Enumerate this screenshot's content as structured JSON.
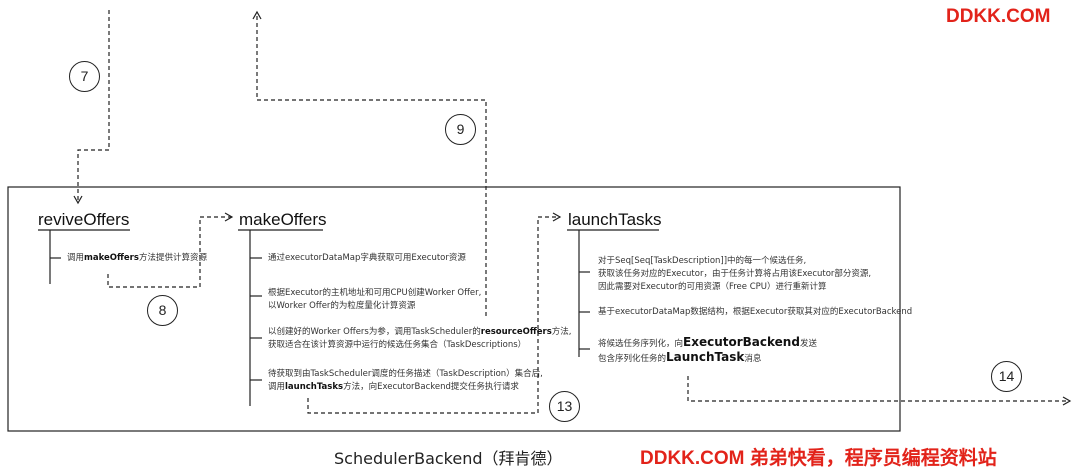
{
  "watermark_top": "DDKK.COM",
  "watermark_bottom": "DDKK.COM 弟弟快看，程序员编程资料站",
  "frame_label": "SchedulerBackend（拜肯德）",
  "step_numbers": [
    "7",
    "8",
    "9",
    "13",
    "14"
  ],
  "revive": {
    "title": "reviveOffers",
    "step1": {
      "pre": "调用",
      "bold": "makeOffers",
      "post": "方法提供计算资源"
    }
  },
  "make": {
    "title": "makeOffers",
    "step1": "通过executorDataMap字典获取可用Executor资源",
    "step2_line1": "根据Executor的主机地址和可用CPU创建Worker Offer,",
    "step2_line2": "以Worker Offer的为粒度量化计算资源",
    "step3_pre": "以创建好的Worker Offers为参，调用TaskScheduler的",
    "step3_bold": "resourceOffers",
    "step3_post": "方法,",
    "step3_line2": "获取适合在该计算资源中运行的候选任务集合（TaskDescriptions）",
    "step4_line1": "待获取到由TaskScheduler调度的任务描述（TaskDescription）集合后,",
    "step4_pre": "调用",
    "step4_bold": "launchTasks",
    "step4_post": "方法，向ExecutorBackend提交任务执行请求"
  },
  "launch": {
    "title": "launchTasks",
    "step1_line1": "对于Seq[Seq[TaskDescription]]中的每一个候选任务,",
    "step1_line2": "获取该任务对应的Executor，由于任务计算将占用该Executor部分资源,",
    "step1_line3": "因此需要对Executor的可用资源（Free CPU）进行重新计算",
    "step2": "基于executorDataMap数据结构，根据Executor获取其对应的ExecutorBackend",
    "step3_pre": "将候选任务序列化，向",
    "step3_bold": "ExecutorBackend",
    "step3_post": "发送",
    "step3_line2_pre": "包含序列化任务的",
    "step3_line2_bold": "LaunchTask",
    "step3_line2_post": "消息"
  }
}
